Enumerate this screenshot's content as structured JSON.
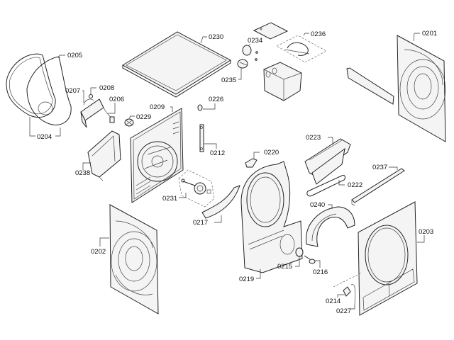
{
  "diagram": {
    "type": "exploded-parts-view",
    "subject": "tumble dryer housing components",
    "labels": {
      "p0201": "0201",
      "p0202": "0202",
      "p0203": "0203",
      "p0204": "0204",
      "p0205": "0205",
      "p0206": "0206",
      "p0207": "0207",
      "p0208": "0208",
      "p0209": "0209",
      "p0212": "0212",
      "p0214": "0214",
      "p0215": "0215",
      "p0216": "0216",
      "p0217": "0217",
      "p0219": "0219",
      "p0220": "0220",
      "p0222": "0222",
      "p0223": "0223",
      "p0226": "0226",
      "p0227": "0227",
      "p0229": "0229",
      "p0230": "0230",
      "p0231": "0231",
      "p0234": "0234",
      "p0235": "0235",
      "p0236": "0236",
      "p0237": "0237",
      "p0238": "0238",
      "p0240": "0240"
    }
  }
}
